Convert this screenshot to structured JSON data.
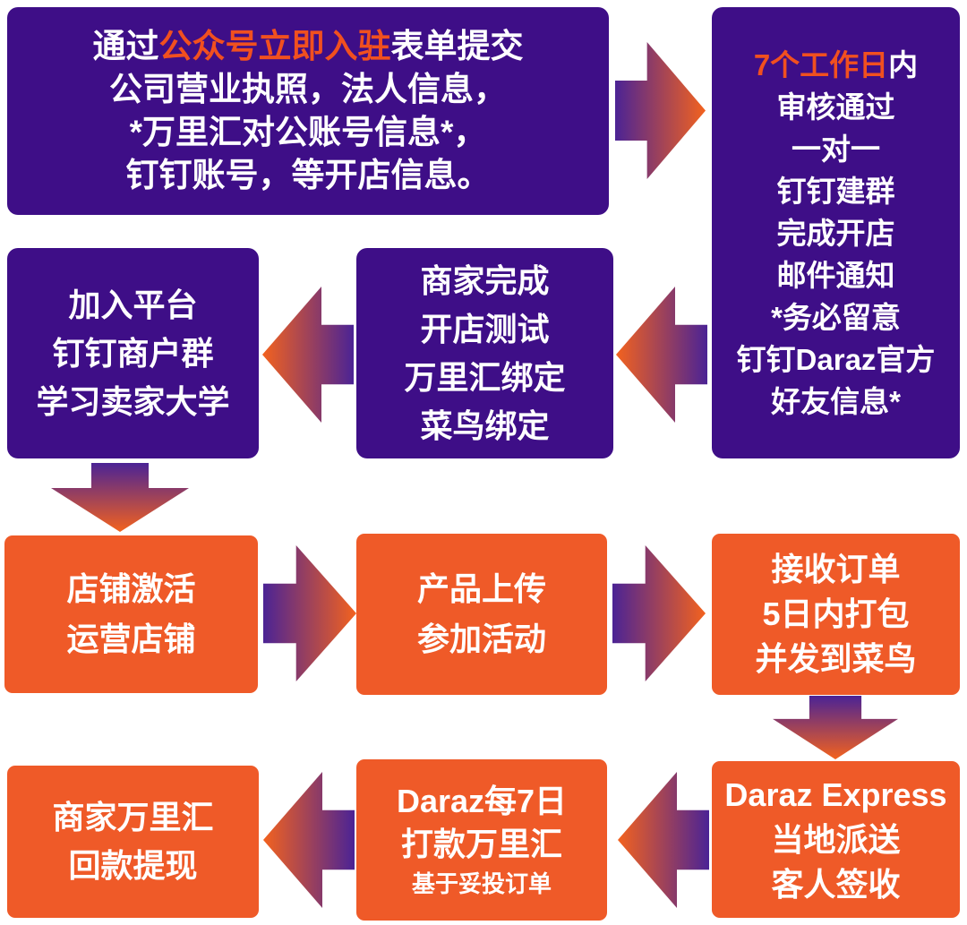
{
  "colors": {
    "box_purple": "#3E0E87",
    "box_orange": "#EF5A28",
    "highlight_orange": "#F1501F",
    "text_white": "#FFFFFF",
    "arrow_gradient_start": "#4B2395",
    "arrow_gradient_end": "#F3621E"
  },
  "boxes": {
    "submit": {
      "l1_pre": "通过",
      "l1_hl": "公众号立即入驻",
      "l1_post": "表单提交",
      "lines": [
        "公司营业执照，法人信息，",
        "*万里汇对公账号信息*，",
        "钉钉账号，等开店信息。"
      ]
    },
    "review": {
      "l1_hl": "7个工作日",
      "l1_post": "内",
      "lines": [
        "审核通过",
        "一对一",
        "钉钉建群",
        "完成开店",
        "邮件通知",
        "*务必留意",
        "钉钉Daraz官方",
        "好友信息*"
      ]
    },
    "join": {
      "lines": [
        "加入平台",
        "钉钉商户群",
        "学习卖家大学"
      ]
    },
    "test": {
      "lines": [
        "商家完成",
        "开店测试",
        "万里汇绑定",
        "菜鸟绑定"
      ]
    },
    "activate": {
      "lines": [
        "店铺激活",
        "运营店铺"
      ]
    },
    "upload": {
      "lines": [
        "产品上传",
        "参加活动"
      ]
    },
    "orders": {
      "lines": [
        "接收订单",
        "5日内打包",
        "并发到菜鸟"
      ]
    },
    "delivery": {
      "lines": [
        "Daraz Express",
        "当地派送",
        "客人签收"
      ]
    },
    "payout": {
      "lines": [
        "Daraz每7日",
        "打款万里汇"
      ],
      "note": "基于妥投订单"
    },
    "withdraw": {
      "lines": [
        "商家万里汇",
        "回款提现"
      ]
    }
  }
}
